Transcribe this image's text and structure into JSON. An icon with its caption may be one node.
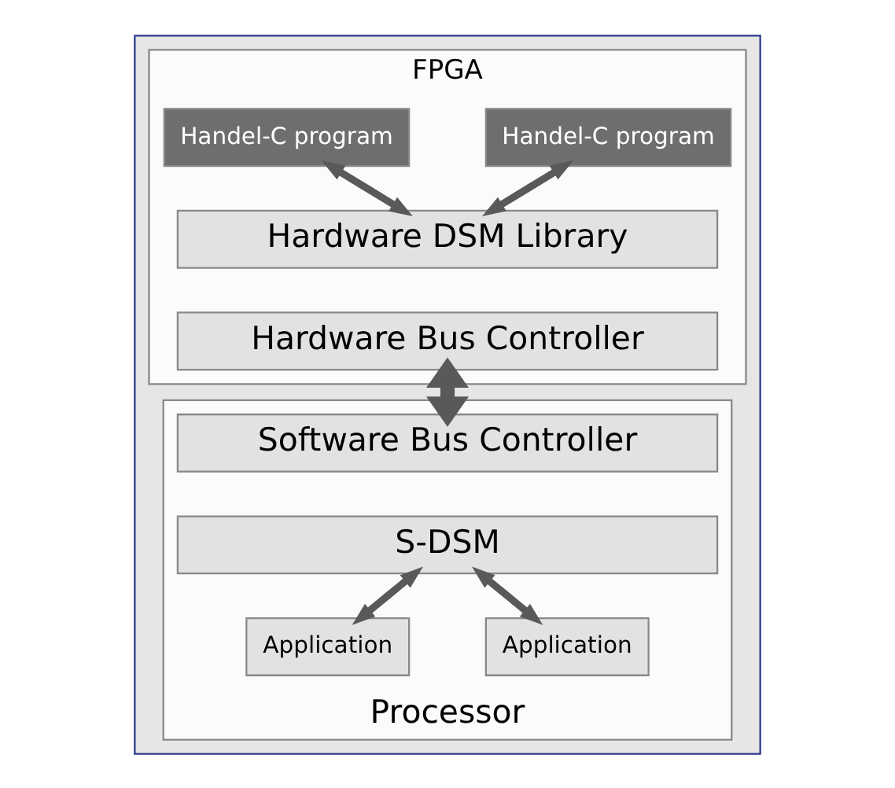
{
  "diagram": {
    "nodes": [
      {
        "text": [],
        "shape": "box"
      },
      {
        "text": [
          "FPGA"
        ],
        "in": 0
      },
      {
        "text": [
          "Handel-C program"
        ],
        "in": 1
      },
      {
        "text": [
          "Handel-C program"
        ],
        "in": 1
      },
      {
        "text": [
          "Hardware DSM Library"
        ],
        "in": 1
      },
      {
        "text": [
          "Hardware Bus Controller"
        ],
        "in": 1
      },
      {
        "text": [
          "Processor"
        ],
        "in": 0
      },
      {
        "text": [
          "Software Bus Controller"
        ],
        "in": 6
      },
      {
        "text": [
          "S-DSM"
        ],
        "in": 6
      },
      {
        "text": [
          "Application"
        ],
        "in": 6
      },
      {
        "text": [
          "Application"
        ],
        "in": 6
      }
    ],
    "edges": [
      {
        "from": 2,
        "to": 4,
        "arrow": "both"
      },
      {
        "from": 3,
        "to": 4,
        "arrow": "both"
      },
      {
        "from": 5,
        "to": 7,
        "arrow": "both",
        "style": "thick"
      },
      {
        "from": 8,
        "to": 9,
        "arrow": "both"
      },
      {
        "from": 8,
        "to": 10,
        "arrow": "both"
      }
    ]
  }
}
